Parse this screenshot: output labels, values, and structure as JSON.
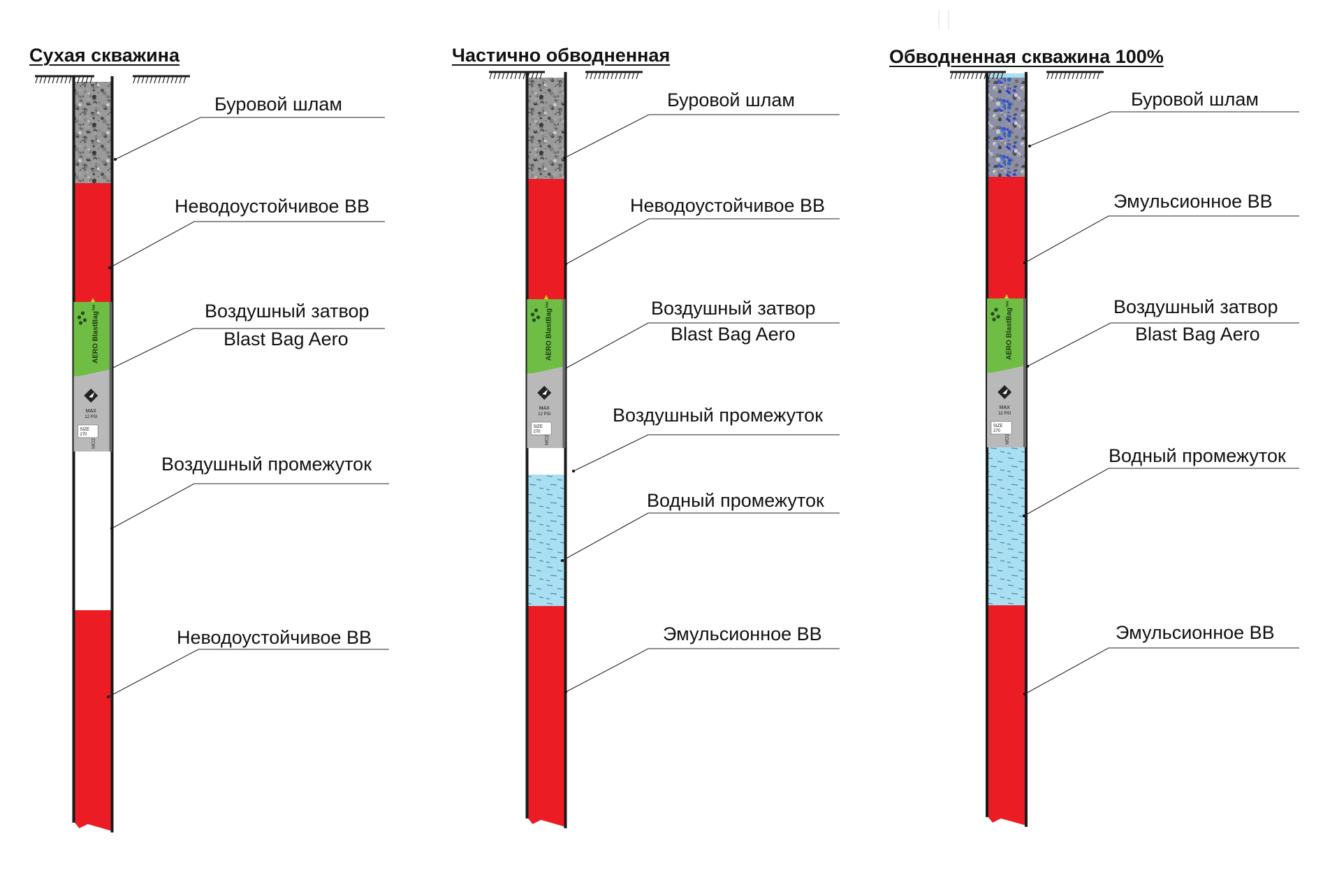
{
  "colors": {
    "explosive": "#ec1c24",
    "water": "#a9dff0",
    "water_dash": "#4a8fb8",
    "bag_green": "#6fbd44",
    "bag_grey": "#b9b9b9",
    "casing": "#1a1a1a",
    "cuttings": "#8a8a8a",
    "wet_cuttings": "#4a5fc8"
  },
  "bag_print": {
    "brand": "AERO BlastBag™",
    "max": "MAX",
    "psi": "12 PSI",
    "size": "SIZE",
    "size_value": "270",
    "code": "MO2"
  },
  "wells": [
    {
      "title": "Сухая скважина",
      "labels": [
        {
          "lines": [
            "Буровой шлам"
          ]
        },
        {
          "lines": [
            "Неводоустойчивое ВВ"
          ]
        },
        {
          "lines": [
            "Воздушный затвор",
            "Blast Bag Aero"
          ]
        },
        {
          "lines": [
            "Воздушный промежуток"
          ]
        },
        {
          "lines": [
            "Неводоустойчивое ВВ"
          ]
        }
      ]
    },
    {
      "title": "Частично обводненная",
      "labels": [
        {
          "lines": [
            "Буровой шлам"
          ]
        },
        {
          "lines": [
            "Неводоустойчивое ВВ"
          ]
        },
        {
          "lines": [
            "Воздушный затвор",
            "Blast Bag Aero"
          ]
        },
        {
          "lines": [
            "Воздушный промежуток"
          ]
        },
        {
          "lines": [
            "Водный промежуток"
          ]
        },
        {
          "lines": [
            "Эмульсионное ВВ"
          ]
        }
      ]
    },
    {
      "title": "Обводненная скважина 100%",
      "labels": [
        {
          "lines": [
            "Буровой шлам"
          ]
        },
        {
          "lines": [
            "Эмульсионное ВВ"
          ]
        },
        {
          "lines": [
            "Воздушный затвор",
            "Blast Bag Aero"
          ]
        },
        {
          "lines": [
            "Водный промежуток"
          ]
        },
        {
          "lines": [
            "Эмульсионное ВВ"
          ]
        }
      ]
    }
  ]
}
